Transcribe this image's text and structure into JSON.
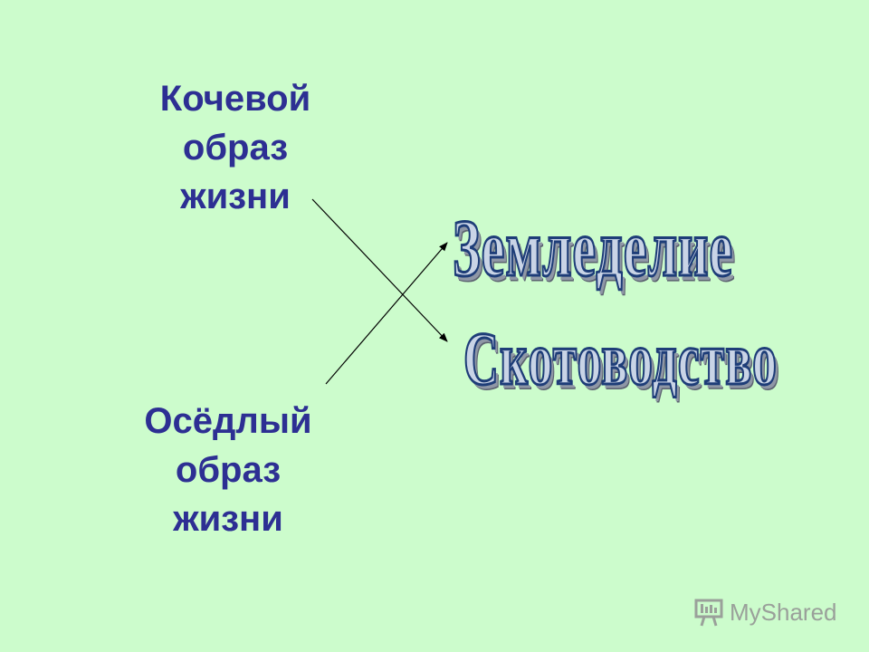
{
  "slide": {
    "background_color": "#ccfccc",
    "nomadic": {
      "line1": "Кочевой",
      "line2": "образ",
      "line3": "жизни"
    },
    "sedentary": {
      "line1": "Осёдлый",
      "line2": "образ",
      "line3": "жизни"
    },
    "terms": {
      "farming": "Земледелие",
      "herding": "Скотоводство"
    },
    "arrows": [
      {
        "from": "Кочевой образ жизни",
        "to": "Скотоводство"
      },
      {
        "from": "Осёдлый образ жизни",
        "to": "Земледелие"
      }
    ],
    "colors": {
      "text": "#2d2f93",
      "wordart_fill": "#c9d4e6",
      "wordart_outline": "#1e3d78",
      "arrow": "#000000"
    }
  },
  "watermark": {
    "text": "MyShared",
    "icon": "presentation-board-icon"
  }
}
